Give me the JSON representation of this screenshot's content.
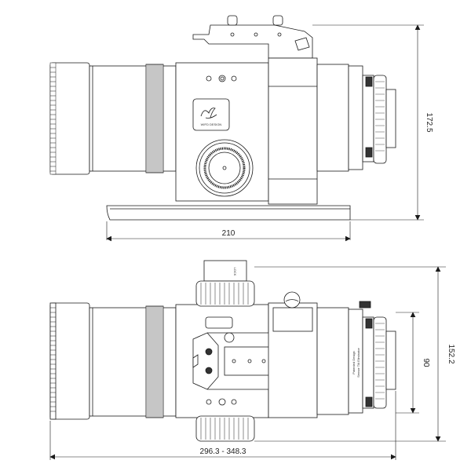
{
  "dimensions": {
    "top_height": "172.5",
    "top_width": "210",
    "bottom_height": "152.2",
    "bottom_inner": "90",
    "bottom_length": "296.3 - 348.3"
  },
  "labels": {
    "logo_text": "WIFD DESIGN",
    "tilt_line1": "Patented Design",
    "tilt_line2": "Sensor Tilt Eliminator",
    "knob_text": "LOCK",
    "colors": {
      "line": "#1a1a1a",
      "fill": "#ffffff",
      "dark": "#333333"
    }
  }
}
